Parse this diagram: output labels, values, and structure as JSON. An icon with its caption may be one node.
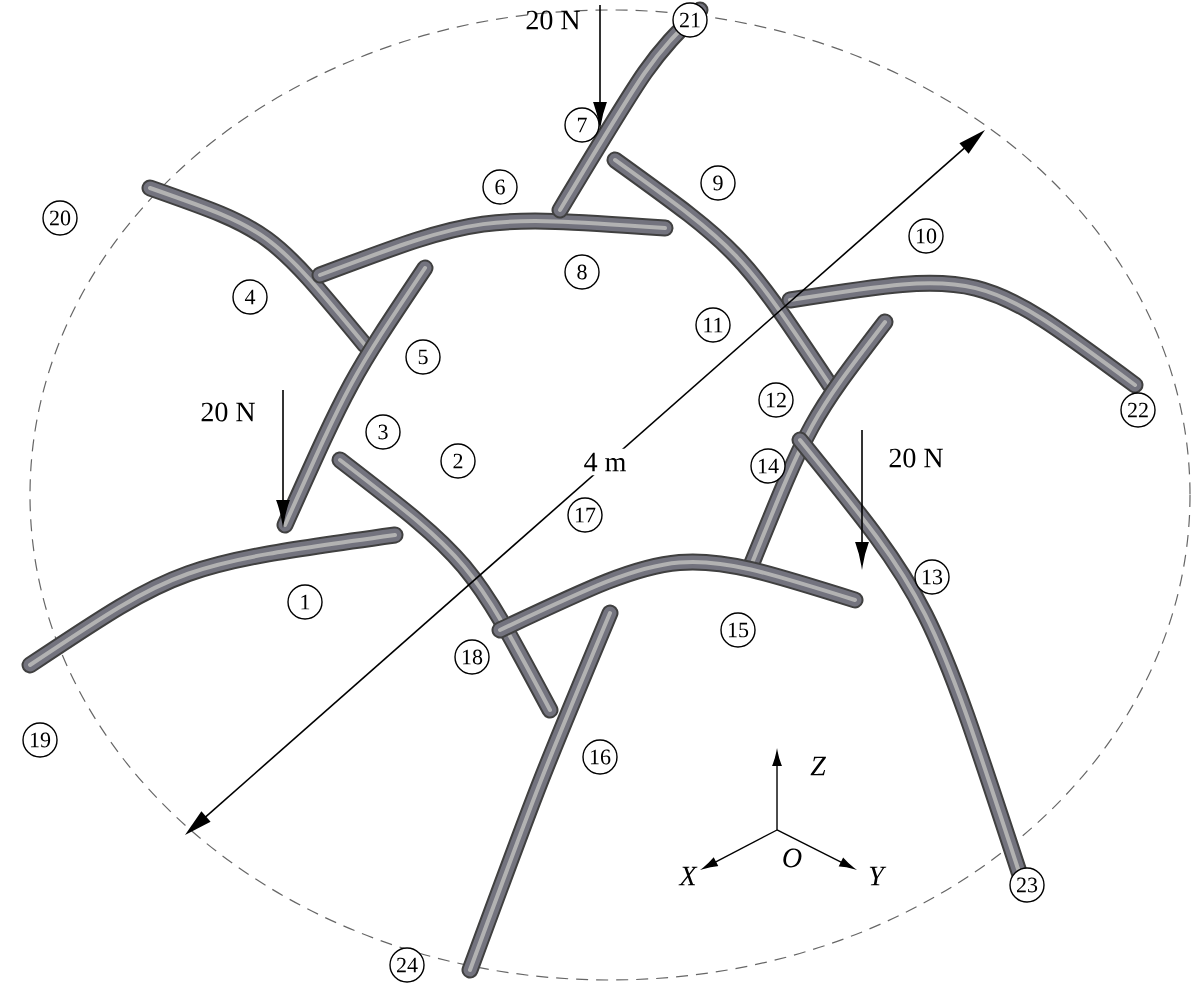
{
  "diagram": {
    "labels": [
      "20 N",
      "21",
      "7",
      "9",
      "20",
      "6",
      "8",
      "10",
      "4",
      "11",
      "5",
      "22",
      "20 N",
      "12",
      "3",
      "14",
      "20 N",
      "4 m",
      "2",
      "17",
      "13",
      "1",
      "15",
      "18",
      "19",
      "16",
      "Z",
      "X",
      "O",
      "Y",
      "23",
      "24"
    ]
  }
}
